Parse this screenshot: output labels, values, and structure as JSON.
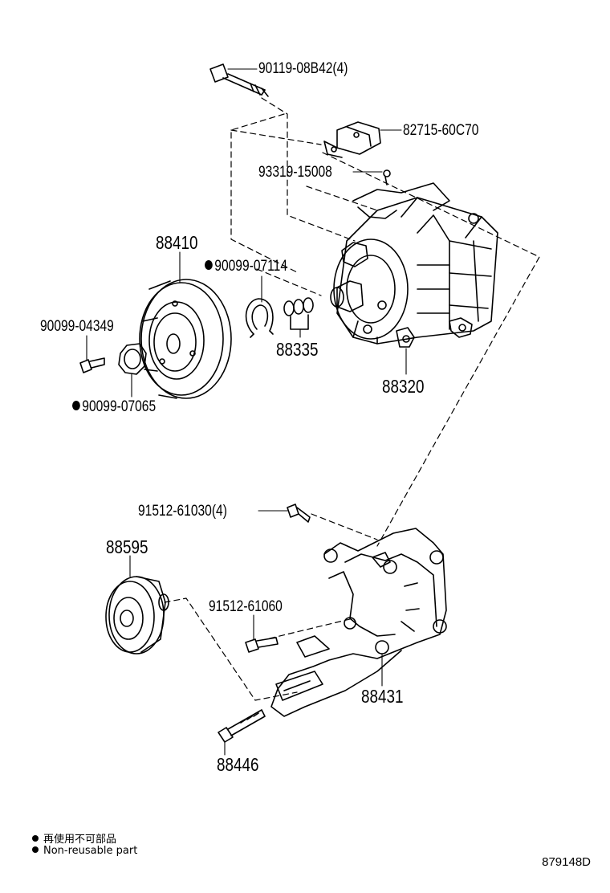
{
  "parts": {
    "bolt_top": "90119-08B42(4)",
    "bracket_top": "82715-60C70",
    "screw_small": "93319-15008",
    "pulley": "88410",
    "snap_ring": "90099-07114",
    "shims": "88335",
    "compressor": "88320",
    "bolt_clutch": "90099-04349",
    "washer_clutch": "90099-07065",
    "bolt_bracket": "91512-61030(4)",
    "idler_pulley": "88595",
    "bolt_idler": "91512-61060",
    "bracket_main": "88431",
    "bolt_adjust": "88446"
  },
  "legend": {
    "japanese": "再使用不可部品",
    "english": "Non-reusable part"
  },
  "diagram_code": "879148D"
}
